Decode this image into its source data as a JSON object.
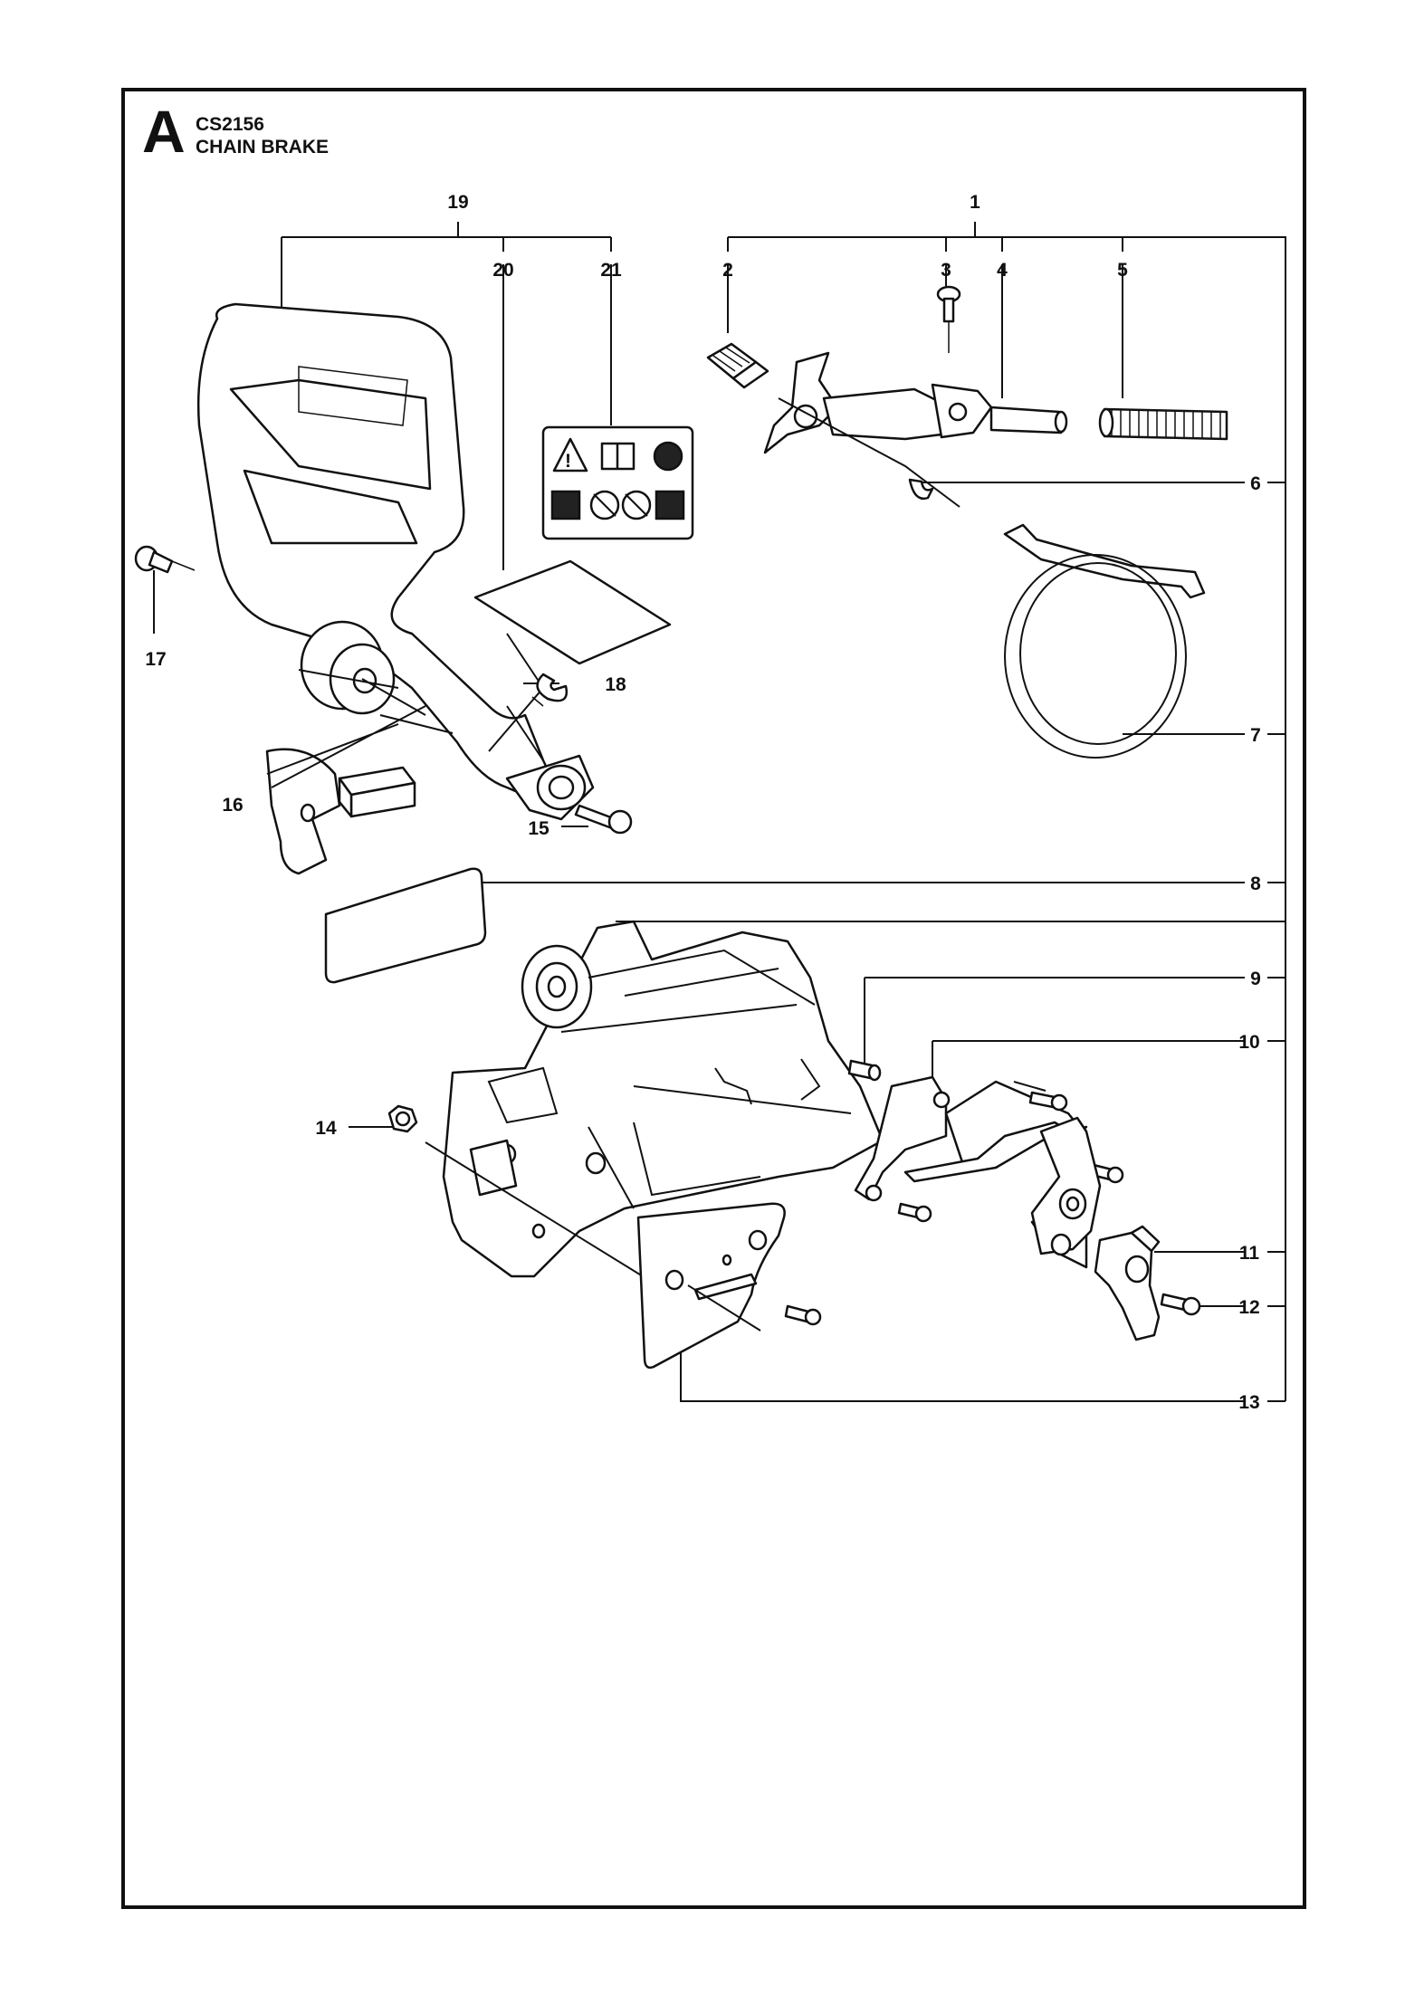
{
  "header": {
    "section_letter": "A",
    "model": "CS2156",
    "title": "CHAIN BRAKE"
  },
  "callouts": [
    "1",
    "2",
    "3",
    "4",
    "5",
    "6",
    "7",
    "8",
    "9",
    "10",
    "11",
    "12",
    "13",
    "14",
    "15",
    "16",
    "17",
    "18",
    "19",
    "20",
    "21"
  ],
  "colors": {
    "ink": "#111111",
    "background": "#ffffff"
  }
}
